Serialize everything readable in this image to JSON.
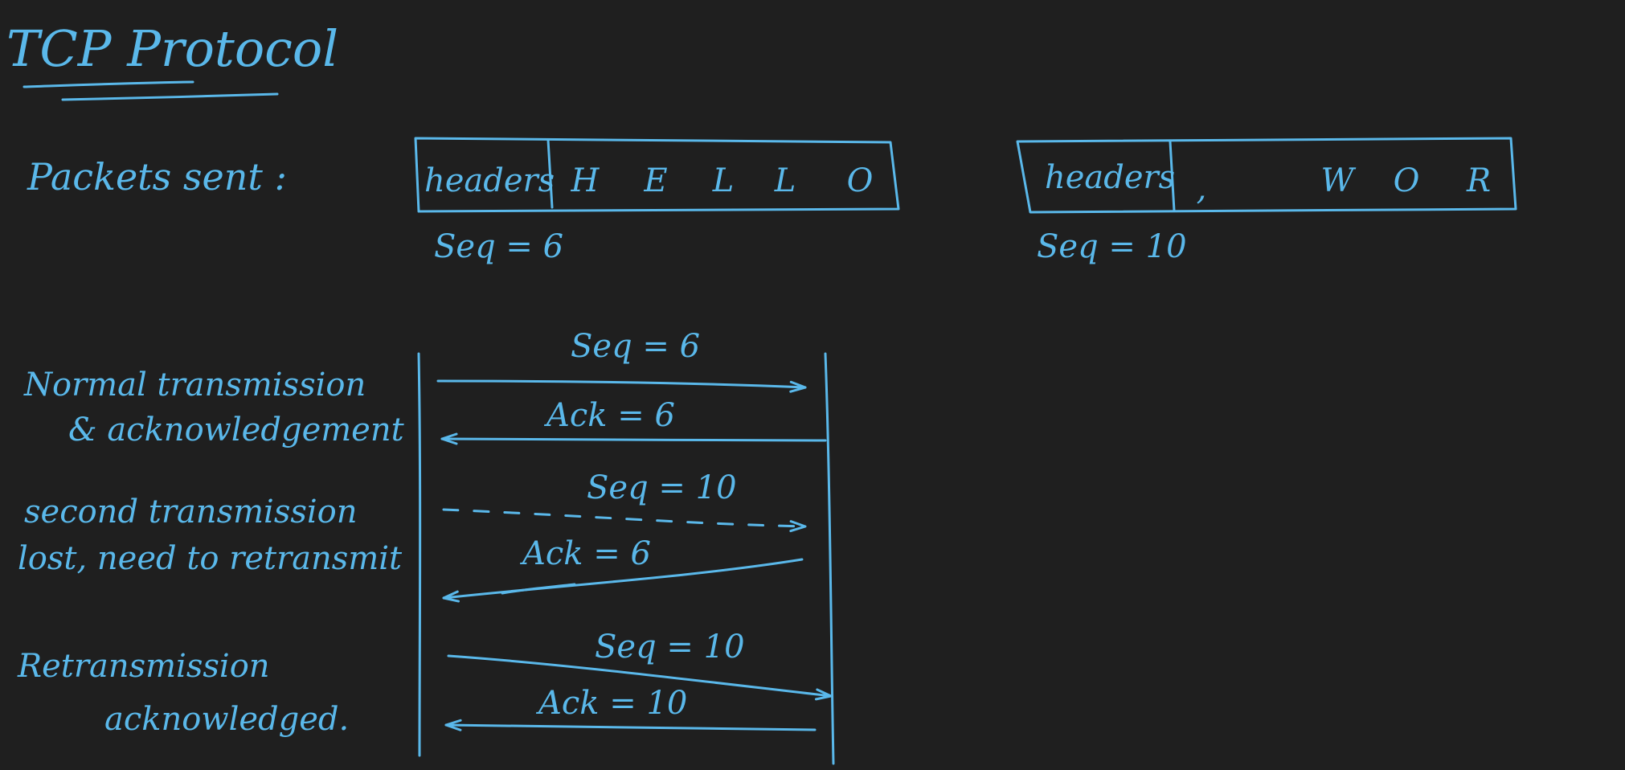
{
  "title": "TCP Protocol",
  "colors": {
    "background": "#1f1f1f",
    "ink": "#5ab8ea"
  },
  "packets_label": "Packets sent :",
  "packet1": {
    "header": "headers",
    "letters": [
      "H",
      "E",
      "L",
      "L",
      "O"
    ],
    "seq": "Seq = 6"
  },
  "packet2": {
    "header": "headers",
    "letters": [
      ",",
      "W",
      "O",
      "R"
    ],
    "seq": "Seq = 10"
  },
  "scenarios": [
    {
      "label_lines": [
        "Normal transmission",
        "& acknowledgement"
      ],
      "send": "Seq = 6",
      "ack": "Ack = 6",
      "send_lost": false
    },
    {
      "label_lines": [
        "second transmission",
        "lost, need to retransmit"
      ],
      "send": "Seq = 10",
      "ack": "Ack = 6",
      "send_lost": true
    },
    {
      "label_lines": [
        "Retransmission",
        "acknowledged."
      ],
      "send": "Seq = 10",
      "ack": "Ack = 10",
      "send_lost": false
    }
  ]
}
